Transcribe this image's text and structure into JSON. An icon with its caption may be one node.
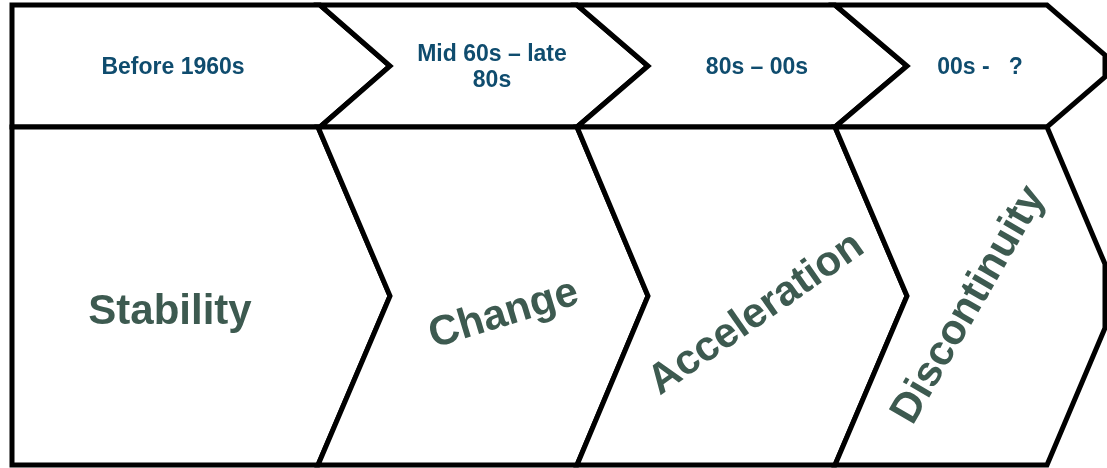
{
  "diagram": {
    "nodes": [
      {
        "text": [
          "Before 1960s"
        ]
      },
      {
        "text": [
          "Mid 60s – late 80s"
        ]
      },
      {
        "text": [
          "80s – 00s"
        ]
      },
      {
        "text": [
          "00s -   ?"
        ]
      },
      {
        "text": [
          "Stability"
        ]
      },
      {
        "text": [
          "Change"
        ]
      },
      {
        "text": [
          "Acceleration"
        ]
      },
      {
        "text": [
          "Discontinuity"
        ]
      }
    ]
  }
}
